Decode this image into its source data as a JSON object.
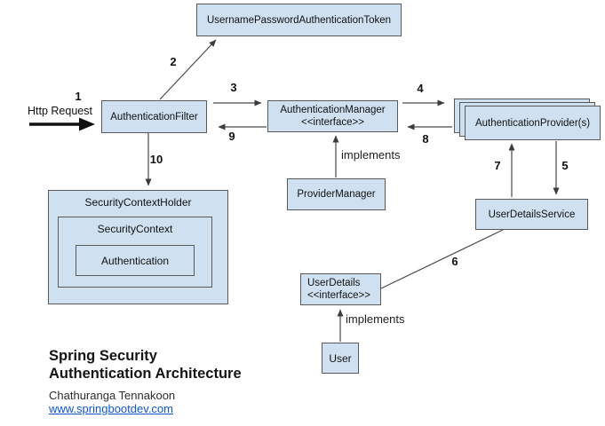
{
  "diagram": {
    "nodes": {
      "token": {
        "label": "UsernamePasswordAuthenticationToken"
      },
      "filter": {
        "label": "AuthenticationFilter"
      },
      "manager": {
        "label": "AuthenticationManager",
        "stereotype": "<<interface>>"
      },
      "providers": {
        "label": "AuthenticationProvider(s)"
      },
      "provider_manager": {
        "label": "ProviderManager"
      },
      "user_details_service": {
        "label": "UserDetailsService"
      },
      "user_details": {
        "label": "UserDetails",
        "stereotype": "<<interface>>"
      },
      "user": {
        "label": "User"
      },
      "security_context_holder": {
        "label": "SecurityContextHolder"
      },
      "security_context": {
        "label": "SecurityContext"
      },
      "authentication": {
        "label": "Authentication"
      }
    },
    "edge_labels": {
      "step1": "1",
      "step2": "2",
      "step3": "3",
      "step4": "4",
      "step5": "5",
      "step6": "6",
      "step7": "7",
      "step8": "8",
      "step9": "9",
      "step10": "10",
      "http_request": "Http Request",
      "implements_manager": "implements",
      "implements_user_details": "implements"
    },
    "footer": {
      "title_line1": "Spring Security",
      "title_line2": "Authentication Architecture",
      "author": "Chathuranga Tennakoon",
      "website": "www.springbootdev.com"
    },
    "colors": {
      "node_fill": "#cfe1f0",
      "node_border": "#5a5a5a",
      "line": "#4a4a4a",
      "link": "#1155cc",
      "text": "#111111"
    }
  }
}
